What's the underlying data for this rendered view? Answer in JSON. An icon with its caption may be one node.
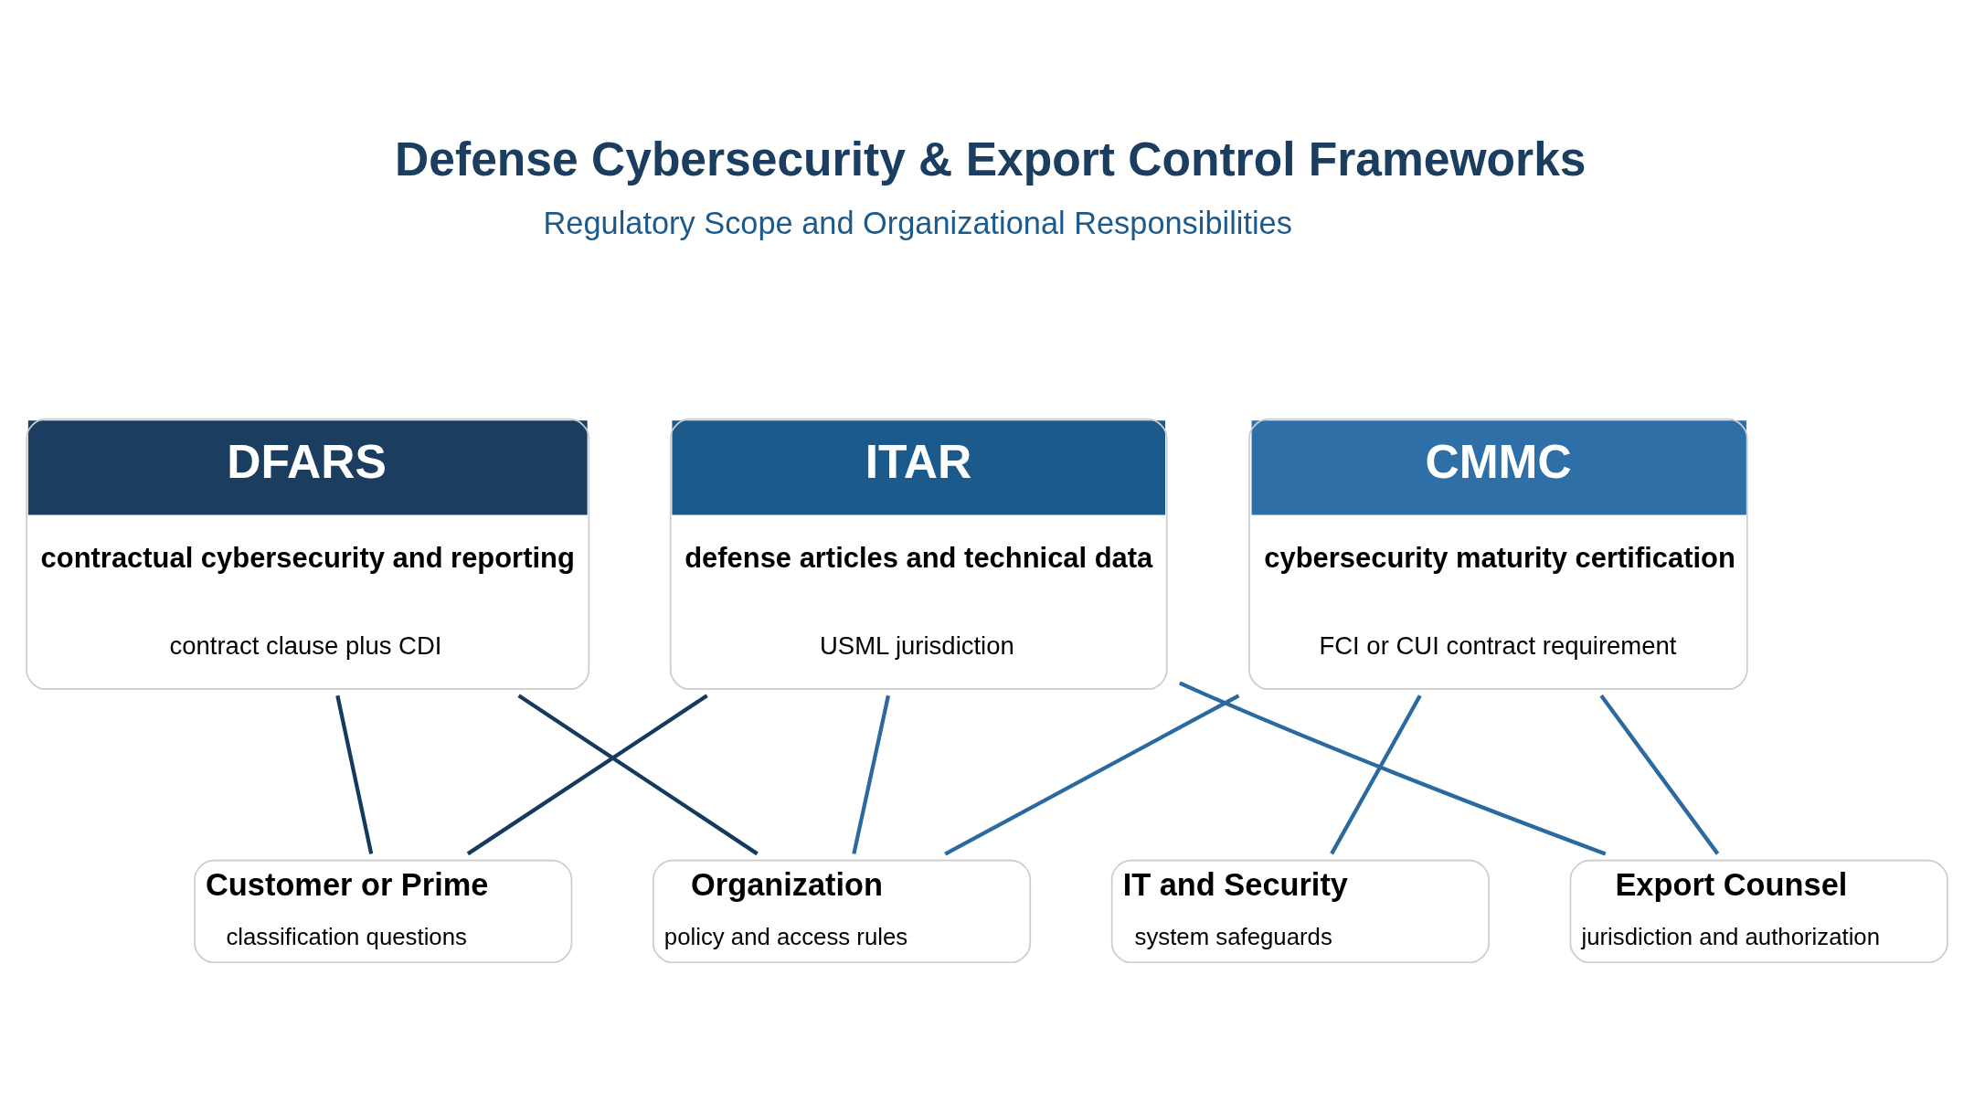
{
  "diagram": {
    "title": "Defense Cybersecurity & Export Control Frameworks",
    "nodes": [
      {
        "text": [
          "DFARS",
          "contractual cybersecurity and reporting",
          "contract clause plus CDI"
        ]
      },
      {
        "text": [
          "ITAR",
          "defense articles and technical data",
          "USML jurisdiction"
        ]
      },
      {
        "text": [
          "CMMC",
          "cybersecurity maturity certification",
          "FCI or CUI contract requirement"
        ]
      },
      {
        "text": [
          "Customer or Prime",
          "classification questions"
        ]
      },
      {
        "text": [
          "Organization",
          "policy and access rules"
        ]
      },
      {
        "text": [
          "IT and Security",
          "system safeguards"
        ]
      },
      {
        "text": [
          "Export Counsel",
          "jurisdiction and authorization"
        ]
      }
    ],
    "edges": [
      {
        "from": 0,
        "to": 3,
        "arrow": "none",
        "color": "#163a5e"
      },
      {
        "from": 0,
        "to": 4,
        "arrow": "none",
        "color": "#163a5e"
      },
      {
        "from": 1,
        "to": 4,
        "arrow": "none"
      },
      {
        "from": 1,
        "to": 3,
        "arrow": "none",
        "color": "#163a5e"
      },
      {
        "from": 1,
        "to": 6,
        "arrow": "none"
      },
      {
        "from": 2,
        "to": 4,
        "arrow": "none"
      },
      {
        "from": 2,
        "to": 5,
        "arrow": "none"
      },
      {
        "from": 2,
        "to": 6,
        "arrow": "none"
      }
    ],
    "labels": [
      "Regulatory Scope and Organizational Responsibilities"
    ]
  }
}
